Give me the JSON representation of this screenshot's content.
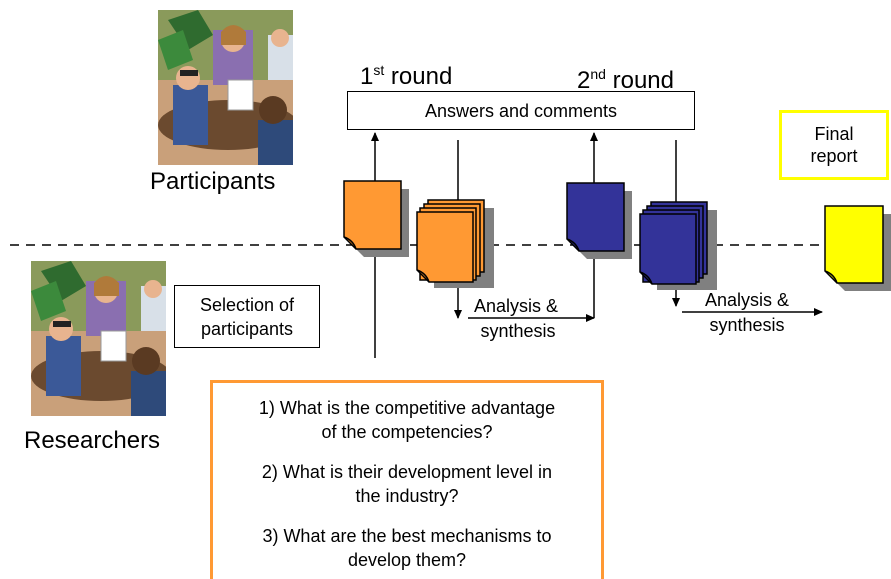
{
  "participants": {
    "label": "Participants",
    "image": "business-meeting-clipart"
  },
  "researchers": {
    "label": "Researchers",
    "image": "business-meeting-clipart"
  },
  "rounds": [
    {
      "number": "1",
      "suffix": "st",
      "word": "round"
    },
    {
      "number": "2",
      "suffix": "nd",
      "word": "round"
    }
  ],
  "answers_box": "Answers and comments",
  "selection_box": {
    "line1": "Selection of",
    "line2": "participants"
  },
  "analysis": [
    {
      "line1": "Analysis &",
      "line2": "synthesis"
    },
    {
      "line1": "Analysis &",
      "line2": "synthesis"
    }
  ],
  "final_report": {
    "line1": "Final",
    "line2": "report"
  },
  "questions": [
    {
      "line1": "1) What is the competitive advantage",
      "line2": "of the competencies?"
    },
    {
      "line1": "2) What is their development level in",
      "line2": "the industry?"
    },
    {
      "line1": "3) What are the best mechanisms to",
      "line2": "develop them?"
    }
  ],
  "colors": {
    "round1_docs": "#FF9933",
    "round2_docs": "#333399",
    "final_doc": "#FFFF00",
    "final_box_border": "#FFFF00",
    "questions_border": "#FF9933",
    "shadow": "#808080"
  }
}
